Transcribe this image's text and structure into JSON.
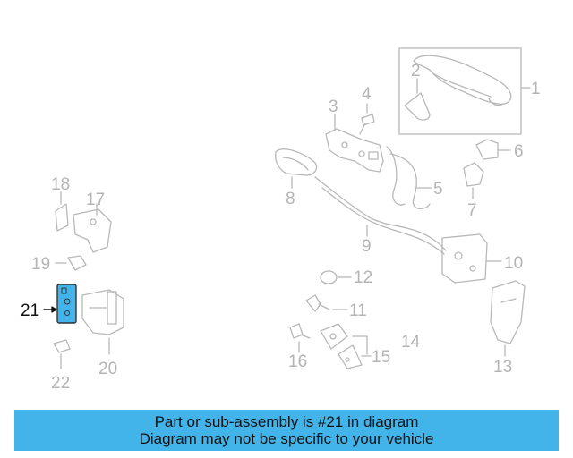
{
  "colors": {
    "part_outline": "#b8b8b8",
    "highlight_fill": "#42b4ea",
    "banner_bg": "#42b4ea"
  },
  "labels": {
    "p1": "1",
    "p2": "2",
    "p3": "3",
    "p4": "4",
    "p5": "5",
    "p6": "6",
    "p7": "7",
    "p8": "8",
    "p9": "9",
    "p10": "10",
    "p11": "11",
    "p12": "12",
    "p13": "13",
    "p14": "14",
    "p15": "15",
    "p16": "16",
    "p17": "17",
    "p18": "18",
    "p19": "19",
    "p20": "20",
    "p21": "21",
    "p22": "22"
  },
  "highlighted_part": "21",
  "banner": {
    "line1": "Part or sub-assembly is #21 in diagram",
    "line2": "Diagram may not be specific to your vehicle"
  }
}
